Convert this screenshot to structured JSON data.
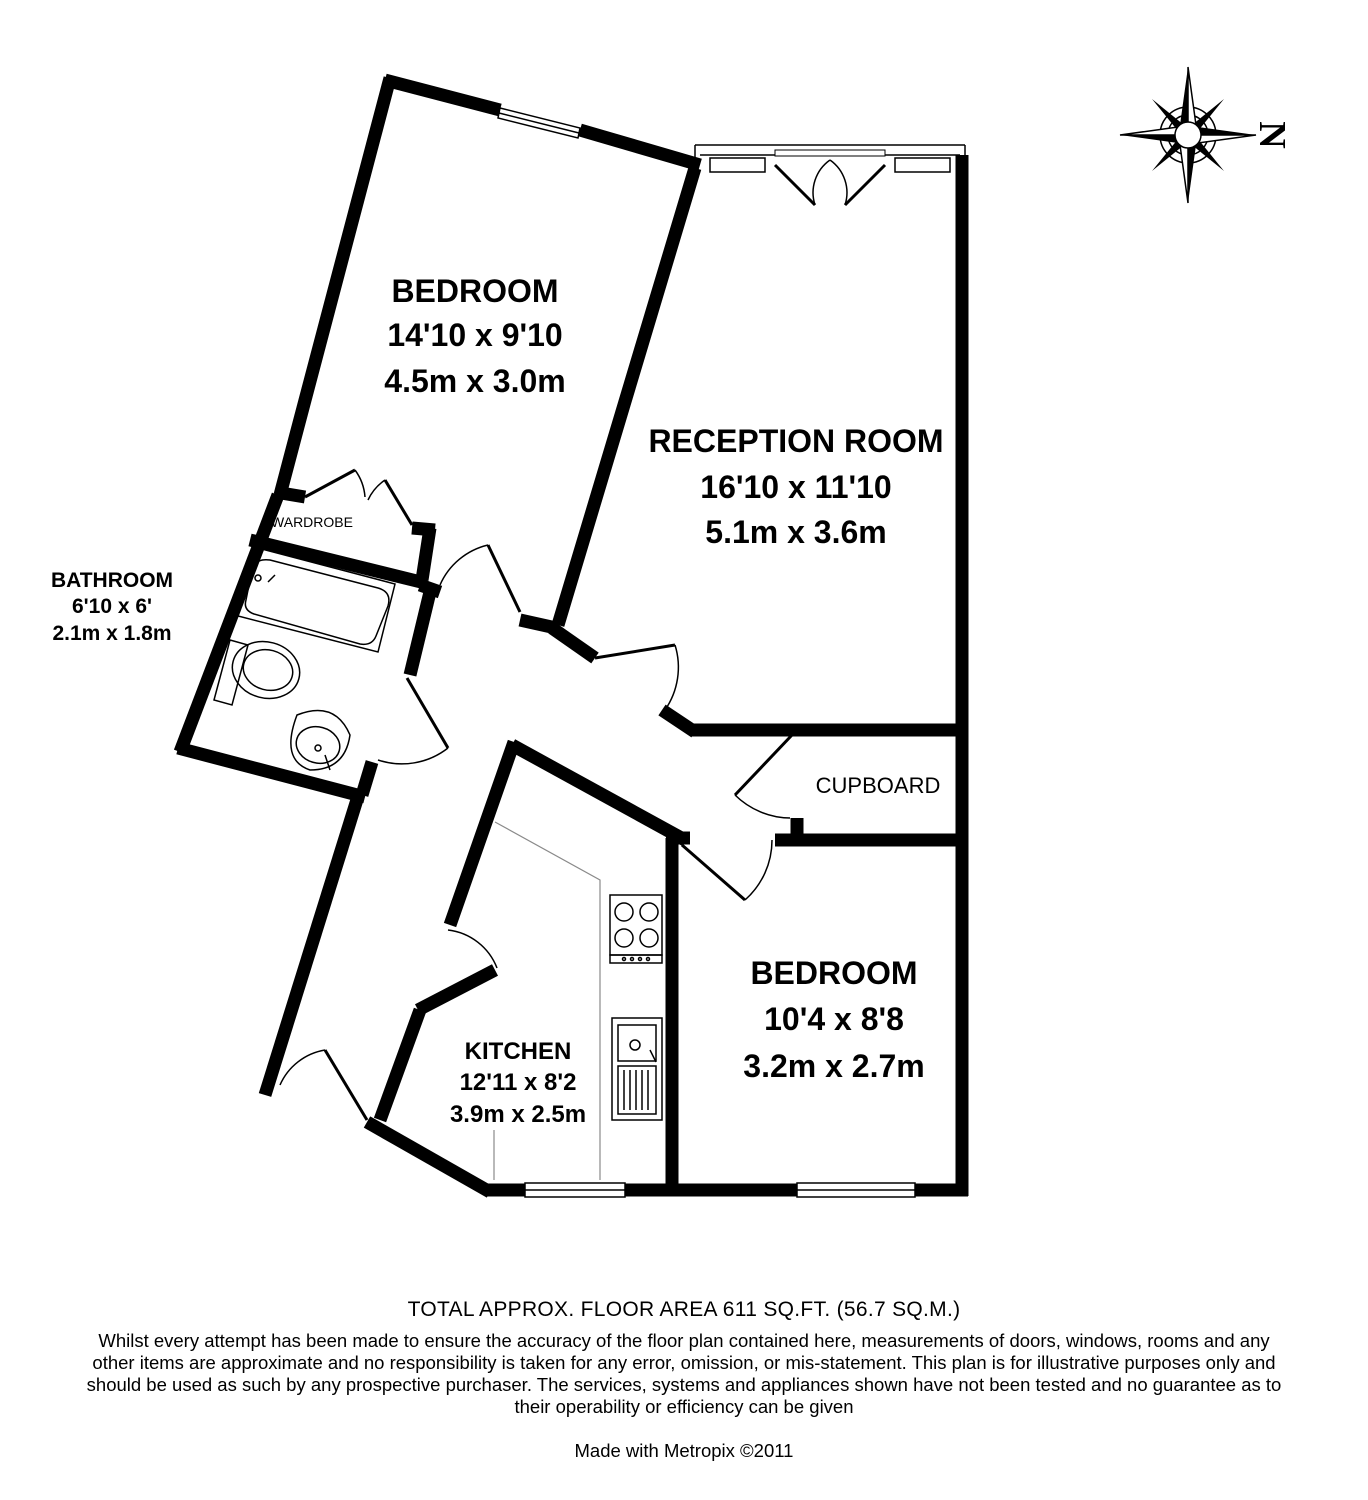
{
  "rooms": {
    "bedroom1": {
      "name": "BEDROOM",
      "imperial": "14'10 x 9'10",
      "metric": "4.5m x 3.0m"
    },
    "reception": {
      "name": "RECEPTION ROOM",
      "imperial": "16'10 x 11'10",
      "metric": "5.1m x 3.6m"
    },
    "bathroom": {
      "name": "BATHROOM",
      "imperial": "6'10 x 6'",
      "metric": "2.1m x 1.8m"
    },
    "wardrobe": {
      "name": "WARDROBE"
    },
    "cupboard": {
      "name": "CUPBOARD"
    },
    "kitchen": {
      "name": "KITCHEN",
      "imperial": "12'11 x 8'2",
      "metric": "3.9m x 2.5m"
    },
    "bedroom2": {
      "name": "BEDROOM",
      "imperial": "10'4 x 8'8",
      "metric": "3.2m x 2.7m"
    }
  },
  "compass": {
    "label": "N",
    "icon": "compass-rose-icon"
  },
  "footer": {
    "total_area": "TOTAL APPROX. FLOOR AREA 611 SQ.FT. (56.7 SQ.M.)",
    "disclaimer": "Whilst every attempt has been made to ensure the accuracy of the floor plan contained here, measurements of doors, windows, rooms and any other items are approximate and no responsibility is taken for any error, omission, or mis-statement. This plan is for illustrative purposes only and should be used as such by any prospective purchaser. The services, systems and appliances shown have not been tested and no guarantee as to their operability or efficiency can be given",
    "credit": "Made with Metropix ©2011"
  }
}
